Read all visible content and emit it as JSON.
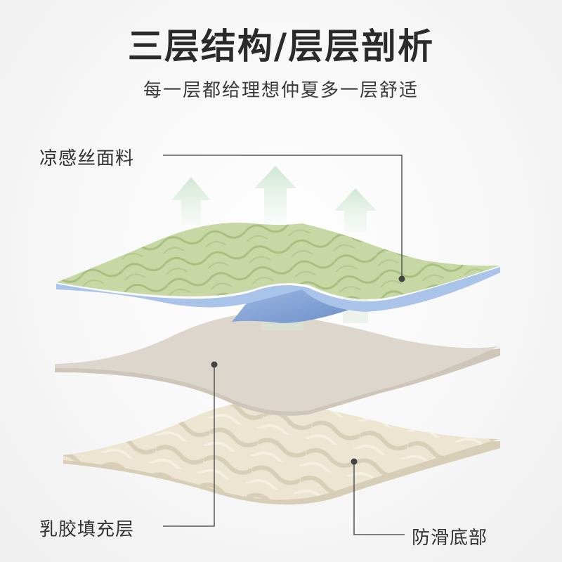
{
  "header": {
    "title": "三层结构/层层剖析",
    "subtitle": "每一层都给理想仲夏多一层舒适"
  },
  "layers": {
    "top_label": "凉感丝面料",
    "middle_label": "乳胶填充层",
    "bottom_label": "防滑底部"
  },
  "colors": {
    "top_fabric": "#c9d9a6",
    "blue_backing": "#7f9fd2",
    "latex_layer": "#ddd5cb",
    "bottom_layer": "#e8e1cf",
    "arrow": "#cfe6d4"
  }
}
